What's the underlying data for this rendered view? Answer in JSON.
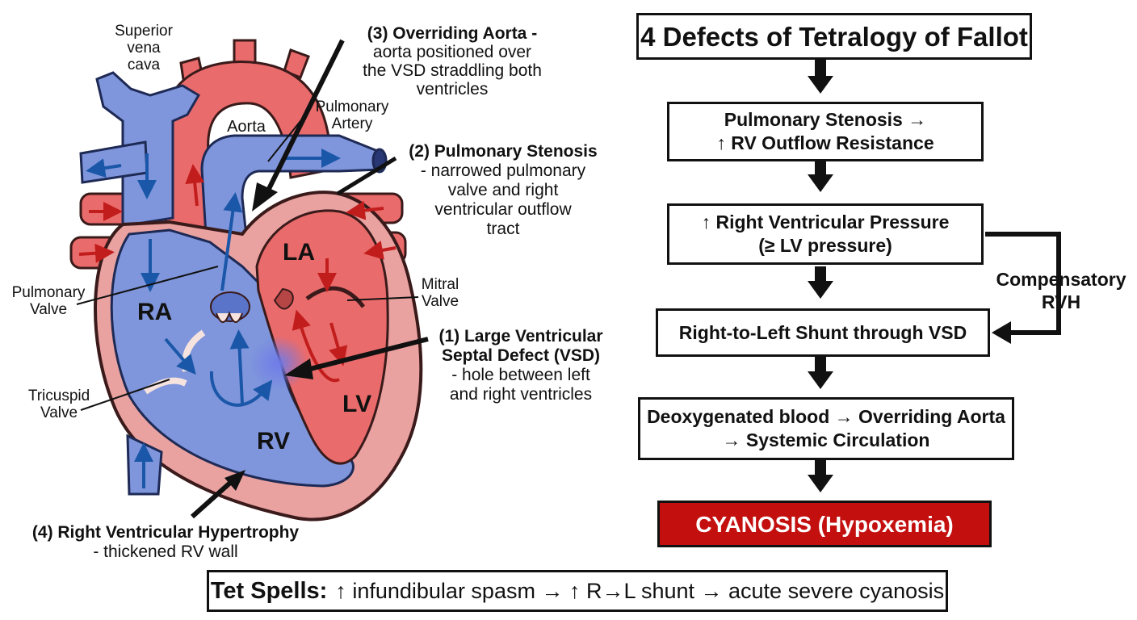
{
  "diagram": {
    "labels": {
      "superior_vena_cava": [
        "Superior",
        "vena",
        "cava"
      ],
      "aorta": "Aorta",
      "pulmonary_artery": [
        "Pulmonary",
        "Artery"
      ],
      "pulmonary_valve": [
        "Pulmonary",
        "Valve"
      ],
      "tricuspid_valve": [
        "Tricuspid",
        "Valve"
      ],
      "mitral_valve": [
        "Mitral",
        "Valve"
      ],
      "ra": "RA",
      "rv": "RV",
      "la": "LA",
      "lv": "LV"
    },
    "defects": {
      "d3": {
        "title": "(3) Overriding Aorta -",
        "lines": [
          "aorta positioned over",
          "the VSD straddling both",
          "ventricles"
        ]
      },
      "d2": {
        "title": "(2) Pulmonary Stenosis",
        "lines": [
          "- narrowed pulmonary",
          "valve and right",
          "ventricular outflow",
          "tract"
        ]
      },
      "d1": {
        "title_lines": [
          "(1) Large Ventricular",
          "Septal Defect (VSD)"
        ],
        "lines": [
          "- hole between left",
          "and right ventricles"
        ]
      },
      "d4": {
        "title": "(4) Right Ventricular Hypertrophy",
        "lines": [
          "- thickened RV wall"
        ]
      }
    }
  },
  "flow": {
    "title": "4 Defects of Tetralogy of Fallot",
    "step1": [
      "Pulmonary Stenosis →",
      "↑ RV Outflow Resistance"
    ],
    "step2": [
      "↑ Right Ventricular Pressure",
      "(≥ LV pressure)"
    ],
    "step3": "Right-to-Left Shunt through VSD",
    "step4": [
      "Deoxygenated blood → Overriding Aorta",
      "→ Systemic Circulation"
    ],
    "result": "CYANOSIS (Hypoxemia)",
    "side_label": [
      "Compensatory",
      "RVH"
    ]
  },
  "footer": {
    "bold": "Tet Spells:",
    "text": "↑ infundibular spasm → ↑ R→L shunt → acute severe cyanosis"
  },
  "colors": {
    "deoxygenated": "#7f96dc",
    "oxygenated": "#ea6b6b",
    "wall": "#e9a2a0",
    "cyanosis": "#c40f0f"
  }
}
